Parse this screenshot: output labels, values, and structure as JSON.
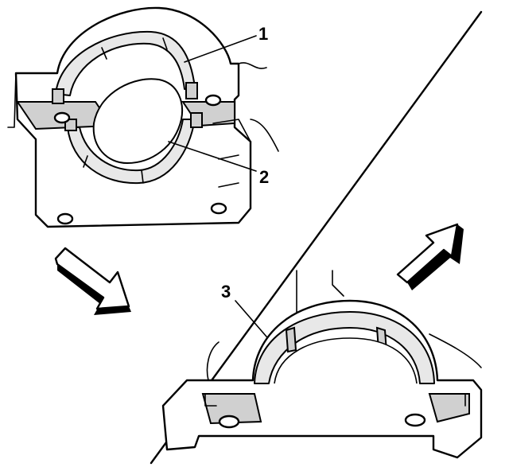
{
  "callouts": [
    {
      "id": "1",
      "text": "1"
    },
    {
      "id": "2",
      "text": "2"
    },
    {
      "id": "3",
      "text": "3"
    }
  ]
}
